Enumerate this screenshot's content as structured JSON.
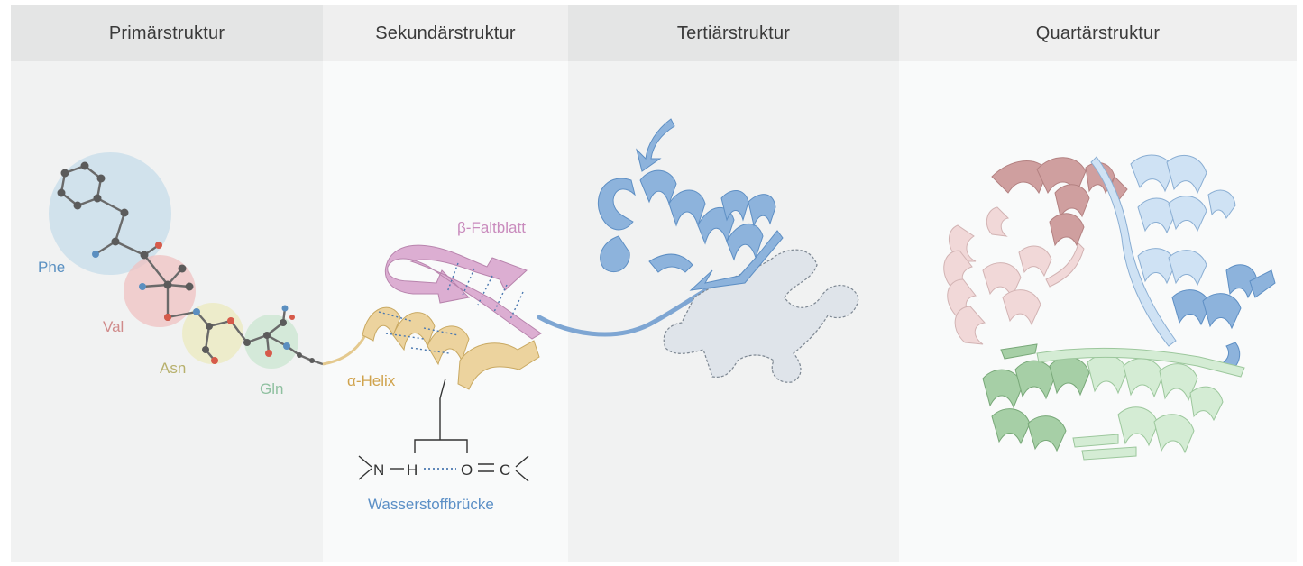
{
  "panels": [
    {
      "title": "Primärstruktur"
    },
    {
      "title": "Sekundärstruktur"
    },
    {
      "title": "Tertiärstruktur"
    },
    {
      "title": "Quartärstruktur"
    }
  ],
  "primary": {
    "residues": [
      {
        "label": "Phe",
        "color": "#5b91c2"
      },
      {
        "label": "Val",
        "color": "#d08b8b"
      },
      {
        "label": "Asn",
        "color": "#b7b06c"
      },
      {
        "label": "Gln",
        "color": "#8fc0a0"
      }
    ]
  },
  "secondary": {
    "helix_label": "α-Helix",
    "sheet_label": "β-Faltblatt",
    "bond": {
      "n": "N",
      "h": "H",
      "o": "O",
      "c": "C",
      "label": "Wasserstoffbrücke"
    }
  },
  "colors": {
    "helix": "#e9cf96",
    "sheet": "#d9a5cc",
    "tertiary": "#8db3dc",
    "chain_red": "#d7a3a3",
    "chain_blue": "#a5c6e8",
    "chain_green": "#a9d3a9"
  }
}
